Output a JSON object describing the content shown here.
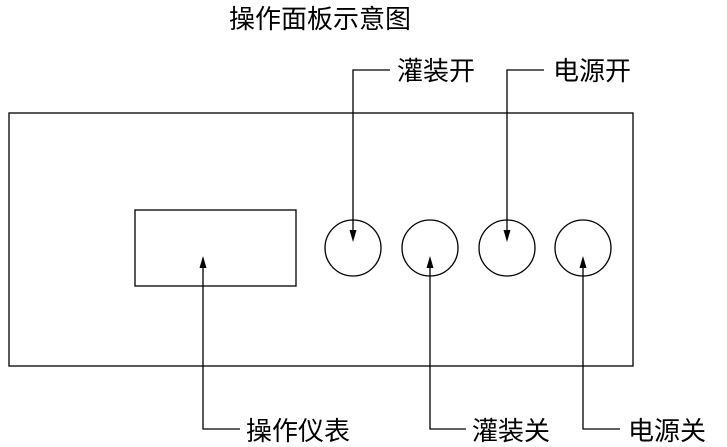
{
  "title": "操作面板示意图",
  "labels": {
    "fill_on": "灌装开",
    "power_on": "电源开",
    "meter": "操作仪表",
    "fill_off": "灌装关",
    "power_off": "电源关"
  },
  "colors": {
    "line": "#000000",
    "background": "#ffffff"
  }
}
